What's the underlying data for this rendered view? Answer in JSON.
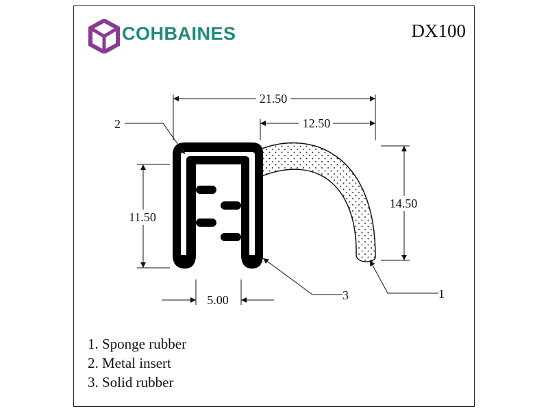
{
  "brand": {
    "name_part1": "COH",
    "name_part2": "BAINES",
    "colors": {
      "teal": "#1f8a7a",
      "purple": "#8a3a93"
    },
    "icon": "cube-logo-icon"
  },
  "part_code": "DX100",
  "dimensions": {
    "overall_width": "21.50",
    "lip_width": "12.50",
    "bulb_height": "14.50",
    "clip_height": "11.50",
    "gap_width": "5.00"
  },
  "callouts": {
    "sponge": "1",
    "metal": "2",
    "solid": "3"
  },
  "legend": [
    "1. Sponge rubber",
    "2. Metal insert",
    "3. Solid rubber"
  ]
}
